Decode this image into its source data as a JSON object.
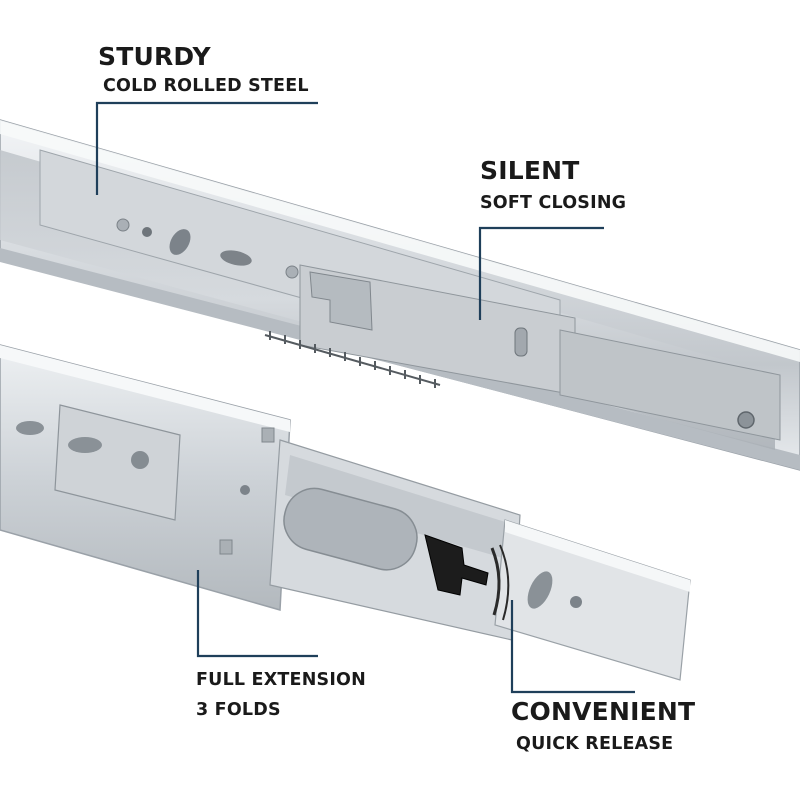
{
  "callouts": {
    "sturdy": {
      "heading": "STURDY",
      "detail": "COLD ROLLED STEEL"
    },
    "silent": {
      "heading": "SILENT",
      "detail": "SOFT CLOSING"
    },
    "full_extension": {
      "heading": "FULL EXTENSION",
      "detail": "3 FOLDS"
    },
    "convenient": {
      "heading": "CONVENIENT",
      "detail": "QUICK RELEASE"
    }
  },
  "colors": {
    "leader_line": "#1f3f5a",
    "steel_light": "#e6e9ec",
    "steel_mid": "#c3c8cd",
    "steel_dark": "#8d949b",
    "release_lever": "#1c1c1c",
    "text": "#1a1a1a"
  }
}
